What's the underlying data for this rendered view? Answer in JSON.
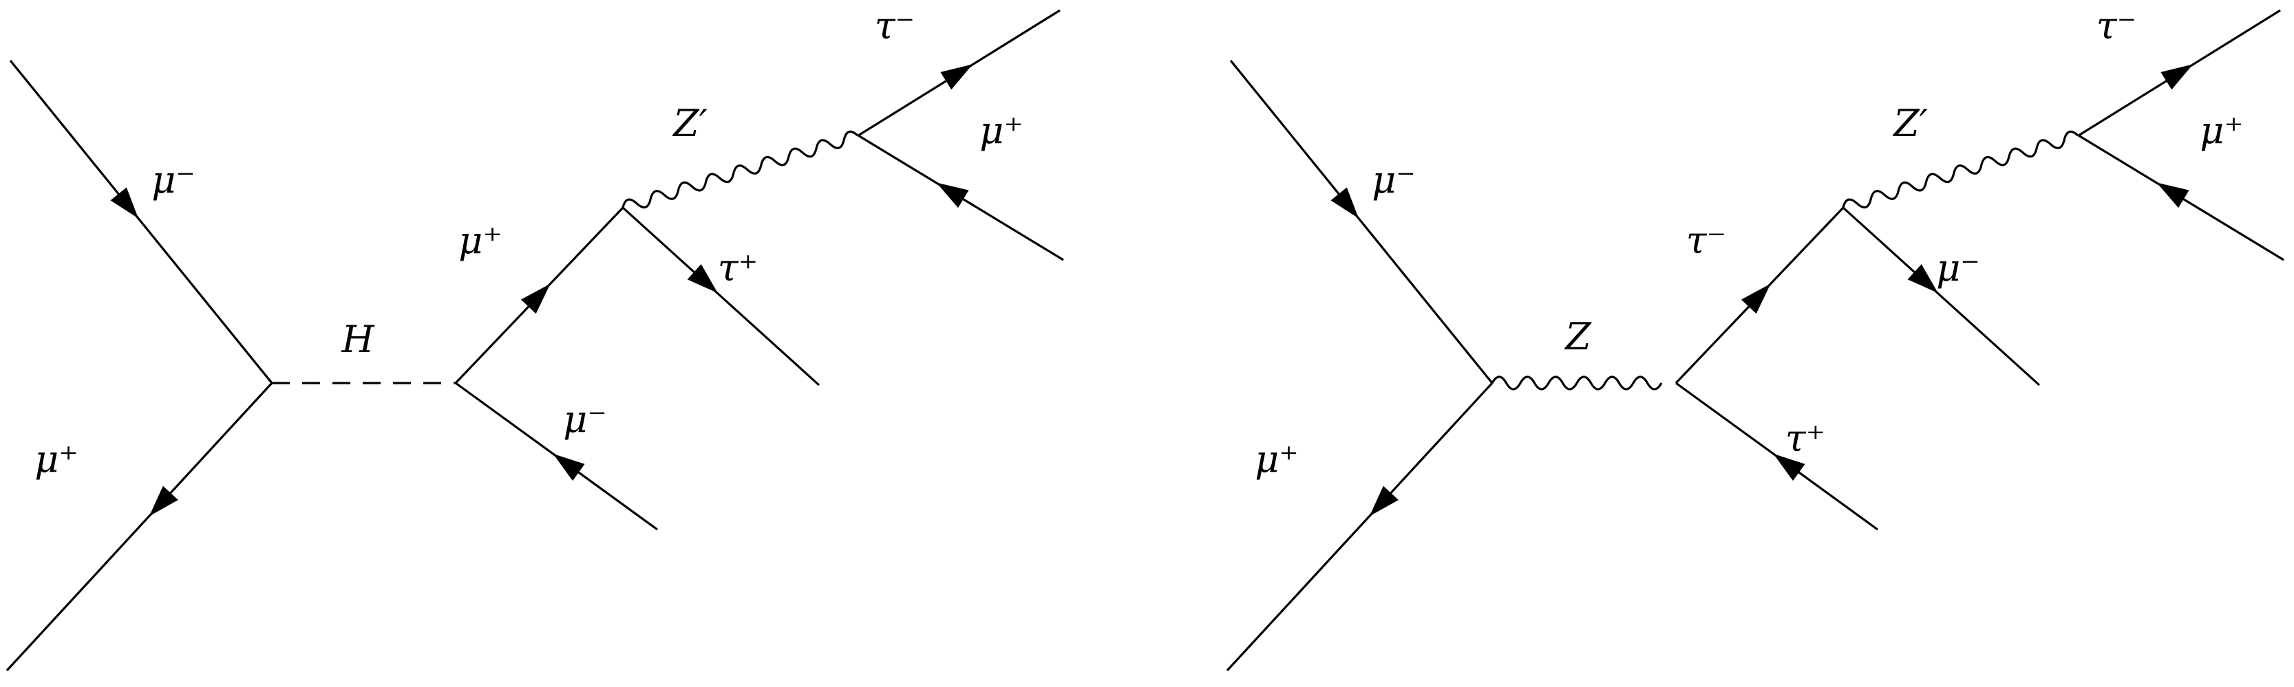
{
  "figure": {
    "background": "#ffffff",
    "line_color": "#000000",
    "diagrams": [
      {
        "id": "higgs-mediated-diagram",
        "labels": {
          "incoming_top": "μ⁻",
          "incoming_bottom": "μ⁺",
          "propagator": "H",
          "upper_branch": "μ⁺",
          "lower_branch": "μ⁻",
          "radiated_boson": "Z′",
          "recoil_fermion": "τ⁺",
          "decay_top": "τ⁻",
          "decay_bottom": "μ⁺"
        }
      },
      {
        "id": "z-mediated-diagram",
        "labels": {
          "incoming_top": "μ⁻",
          "incoming_bottom": "μ⁺",
          "propagator": "Z",
          "upper_branch": "τ⁻",
          "lower_branch": "τ⁺",
          "radiated_boson": "Z′",
          "recoil_fermion": "μ⁻",
          "decay_top": "τ⁻",
          "decay_bottom": "μ⁺"
        }
      }
    ]
  }
}
